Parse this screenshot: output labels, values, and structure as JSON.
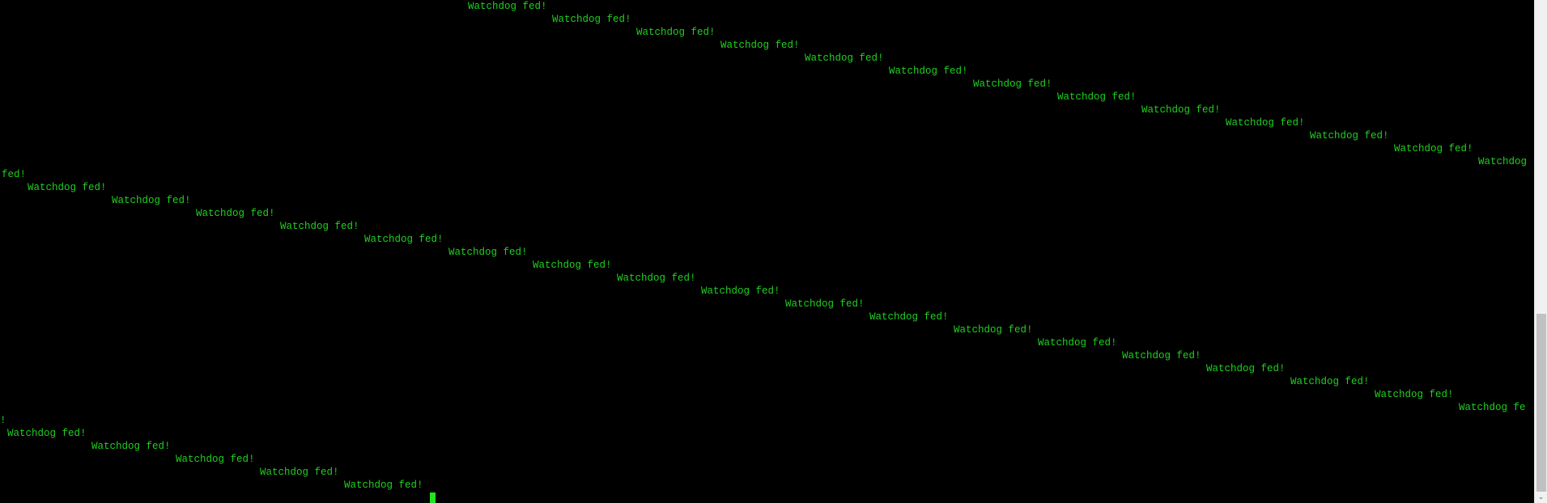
{
  "terminal": {
    "text_color": "#1fd11f",
    "background": "#000000",
    "cursor_color": "#22e322",
    "lines": [
      "Watchdog fed!",
      "Watchdog fed!",
      "Watchdog fed!",
      "Watchdog fed!",
      "Watchdog fed!",
      "Watchdog fed!",
      "Watchdog fed!",
      "Watchdog fed!",
      "Watchdog fed!",
      "Watchdog fed!",
      "Watchdog fed!",
      "Watchdog fed!",
      "Watchdog",
      "fed!",
      "Watchdog fed!",
      "Watchdog fed!",
      "Watchdog fed!",
      "Watchdog fed!",
      "Watchdog fed!",
      "Watchdog fed!",
      "Watchdog fed!",
      "Watchdog fed!",
      "Watchdog fed!",
      "Watchdog fed!",
      "Watchdog fed!",
      "Watchdog fed!",
      "Watchdog fed!",
      "Watchdog fed!",
      "Watchdog fed!",
      "Watchdog fed!",
      "Watchdog fed!",
      "Watchdog fe",
      "!",
      "Watchdog fed!",
      "Watchdog fed!",
      "Watchdog fed!",
      "Watchdog fed!",
      "Watchdog fed!"
    ]
  },
  "scrollbar": {
    "down_arrow": "⌄"
  }
}
